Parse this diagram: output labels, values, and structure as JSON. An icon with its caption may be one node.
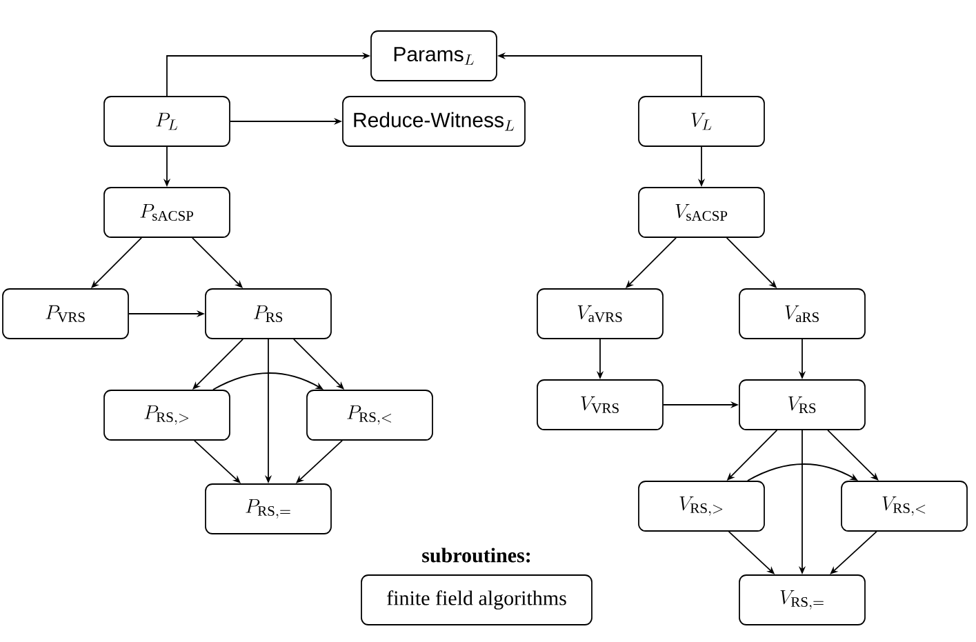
{
  "diagram": {
    "nodes": [
      {
        "text": [
          "\\textsf{Params}_{L}"
        ]
      },
      {
        "text": [
          "P_{L}"
        ]
      },
      {
        "text": [
          "\\textsf{Reduce-Witness}_{L}"
        ]
      },
      {
        "text": [
          "V_{L}"
        ]
      },
      {
        "text": [
          "P_{\\mathrm{sACSP}}"
        ]
      },
      {
        "text": [
          "V_{\\mathrm{sACSP}}"
        ]
      },
      {
        "text": [
          "P_{\\mathrm{VRS}}"
        ]
      },
      {
        "text": [
          "P_{\\mathrm{RS}}"
        ]
      },
      {
        "text": [
          "V_{\\mathrm{aVRS}}"
        ]
      },
      {
        "text": [
          "V_{\\mathrm{aRS}}"
        ]
      },
      {
        "text": [
          "P_{\\mathrm{RS},>}"
        ]
      },
      {
        "text": [
          "P_{\\mathrm{RS},<}"
        ]
      },
      {
        "text": [
          "V_{\\mathrm{VRS}}"
        ]
      },
      {
        "text": [
          "V_{\\mathrm{RS}}"
        ]
      },
      {
        "text": [
          "P_{\\mathrm{RS},=}"
        ]
      },
      {
        "text": [
          "V_{\\mathrm{RS},>}"
        ]
      },
      {
        "text": [
          "V_{\\mathrm{RS},<}"
        ]
      },
      {
        "text": [
          "subroutines:",
          "finite field algorithms"
        ]
      },
      {
        "text": [
          "V_{\\mathrm{RS},=}"
        ]
      }
    ],
    "edges": [
      {
        "from": 1,
        "to": 0,
        "arrow": "to"
      },
      {
        "from": 3,
        "to": 0,
        "arrow": "to"
      },
      {
        "from": 1,
        "to": 2,
        "arrow": "to"
      },
      {
        "from": 1,
        "to": 4,
        "arrow": "to"
      },
      {
        "from": 3,
        "to": 5,
        "arrow": "to"
      },
      {
        "from": 4,
        "to": 6,
        "arrow": "to"
      },
      {
        "from": 4,
        "to": 7,
        "arrow": "to"
      },
      {
        "from": 6,
        "to": 7,
        "arrow": "to"
      },
      {
        "from": 7,
        "to": 10,
        "arrow": "to"
      },
      {
        "from": 7,
        "to": 14,
        "arrow": "to"
      },
      {
        "from": 7,
        "to": 11,
        "arrow": "to"
      },
      {
        "from": 10,
        "to": 11,
        "arrow": "to"
      },
      {
        "from": 10,
        "to": 14,
        "arrow": "to"
      },
      {
        "from": 11,
        "to": 14,
        "arrow": "to"
      },
      {
        "from": 5,
        "to": 8,
        "arrow": "to"
      },
      {
        "from": 5,
        "to": 9,
        "arrow": "to"
      },
      {
        "from": 8,
        "to": 12,
        "arrow": "to"
      },
      {
        "from": 9,
        "to": 13,
        "arrow": "to"
      },
      {
        "from": 12,
        "to": 13,
        "arrow": "to"
      },
      {
        "from": 13,
        "to": 15,
        "arrow": "to"
      },
      {
        "from": 13,
        "to": 18,
        "arrow": "to"
      },
      {
        "from": 13,
        "to": 16,
        "arrow": "to"
      },
      {
        "from": 15,
        "to": 16,
        "arrow": "to"
      },
      {
        "from": 15,
        "to": 18,
        "arrow": "to"
      },
      {
        "from": 16,
        "to": 18,
        "arrow": "to"
      }
    ]
  }
}
